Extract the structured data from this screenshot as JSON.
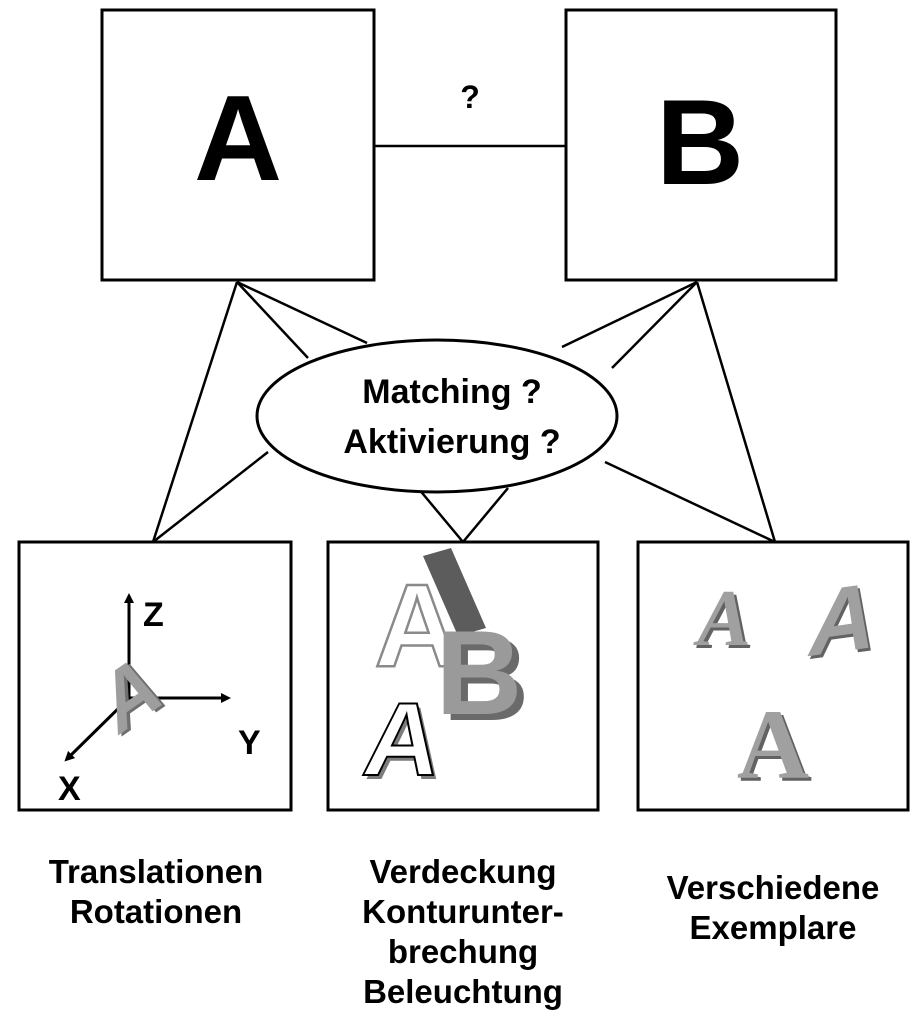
{
  "box_a": {
    "label": "A"
  },
  "box_b": {
    "label": "B"
  },
  "link_question": "?",
  "center_ellipse": {
    "line1": "Matching ?",
    "line2": "Aktivierung ?"
  },
  "panels": {
    "rotation": {
      "axis_z": "Z",
      "axis_y": "Y",
      "axis_x": "X",
      "glyph": "A"
    },
    "occlusion": {
      "glyph_a_top": "A",
      "glyph_b": "B",
      "glyph_a_bottom": "A"
    },
    "exemplars": {
      "glyph_1": "A",
      "glyph_2": "A",
      "glyph_3": "A"
    }
  },
  "captions": {
    "left": [
      "Translationen",
      "Rotationen"
    ],
    "middle": [
      "Verdeckung",
      "Konturunter-",
      "brechung",
      "Beleuchtung"
    ],
    "right": [
      "Verschiedene",
      "Exemplare"
    ]
  }
}
